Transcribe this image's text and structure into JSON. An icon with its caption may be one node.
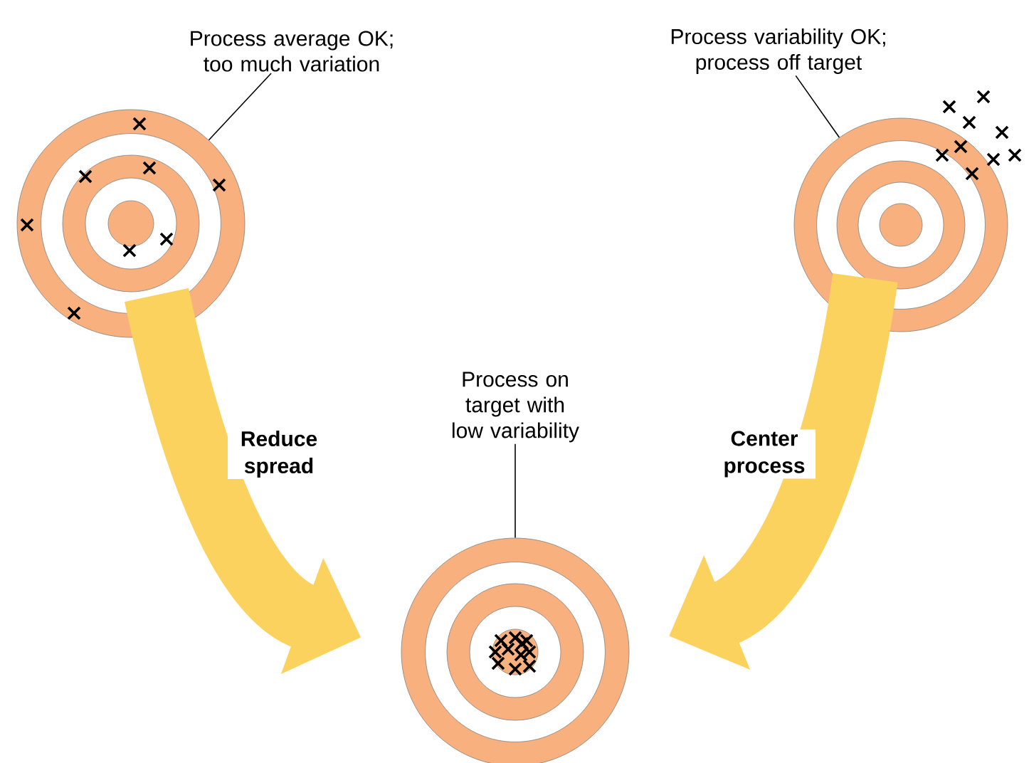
{
  "diagram": {
    "nodes": [
      {
        "text": [
          "Process average OK; too much variation"
        ]
      },
      {
        "text": [],
        "shape": "circle"
      },
      {
        "text": [
          "Process variability OK; process off target"
        ]
      },
      {
        "text": [],
        "shape": "circle"
      },
      {
        "text": [
          "Process on target with low variability"
        ]
      },
      {
        "text": [],
        "shape": "circle"
      }
    ],
    "edges": [
      {
        "from": 0,
        "to": 1,
        "arrow": "none"
      },
      {
        "from": 2,
        "to": 3,
        "arrow": "none"
      },
      {
        "from": 4,
        "to": 5,
        "arrow": "none"
      },
      {
        "from": 1,
        "to": 5,
        "arrow": "to",
        "label": "Reduce spread",
        "style": "thick",
        "color": "#fbd25e"
      },
      {
        "from": 3,
        "to": 5,
        "arrow": "to",
        "label": "Center process",
        "style": "thick",
        "color": "#fbd25e"
      }
    ]
  }
}
